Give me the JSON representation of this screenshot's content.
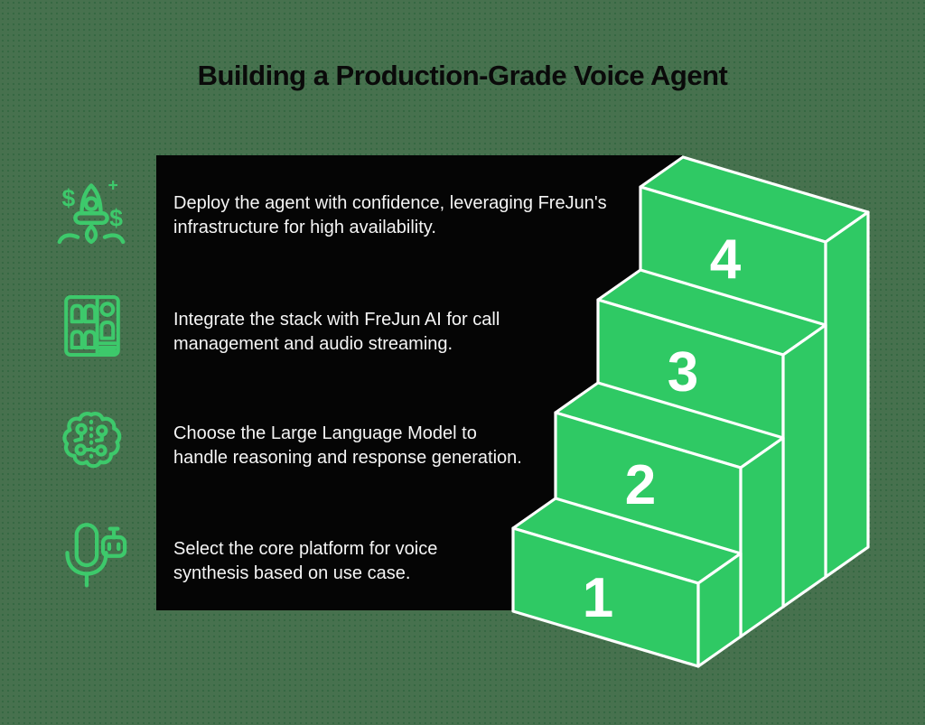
{
  "title": "Building a Production-Grade Voice Agent",
  "colors": {
    "background": "#47714E",
    "panel": "#050505",
    "stair_green": "#2FC964",
    "icon_green": "#3DC96B",
    "outline_white": "#FFFFFF",
    "text_light": "#F5F5F5",
    "title_dark": "#0A0A0A"
  },
  "icons": {
    "dollar_glyph": "$",
    "plus_glyph": "+"
  },
  "rows": [
    {
      "icon": "rocket-dollar-icon",
      "line1": "Deploy the agent with confidence, leveraging FreJun's",
      "line2": "infrastructure for high availability.",
      "step": "4"
    },
    {
      "icon": "integration-dashboard-icon",
      "line1": "Integrate the stack with FreJun AI for call",
      "line2": "management and audio streaming.",
      "step": "3"
    },
    {
      "icon": "ai-brain-icon",
      "line1": "Choose the Large Language Model to",
      "line2": "handle reasoning and response generation.",
      "step": "2"
    },
    {
      "icon": "voice-mic-robot-icon",
      "line1": "Select the core platform for voice",
      "line2": "synthesis based on use case.",
      "step": "1"
    }
  ],
  "staircase": {
    "steps": [
      {
        "number": "1"
      },
      {
        "number": "2"
      },
      {
        "number": "3"
      },
      {
        "number": "4"
      }
    ]
  }
}
